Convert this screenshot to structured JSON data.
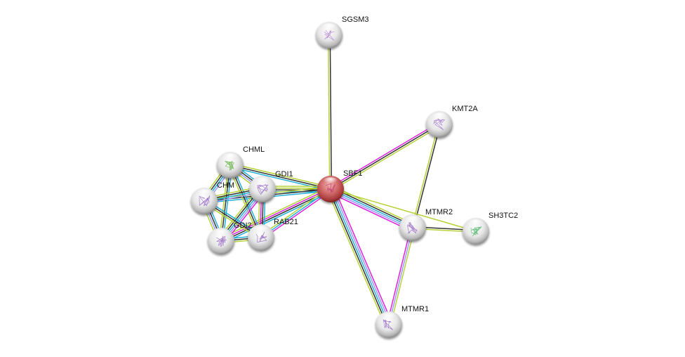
{
  "diagram": {
    "type": "protein-interaction-network",
    "query_node": "SBF1",
    "nodes": [
      {
        "id": "SGSM3",
        "label": "SGSM3",
        "query": false,
        "structure_color": "#b080d0"
      },
      {
        "id": "KMT2A",
        "label": "KMT2A",
        "query": false,
        "structure_color": "#a070c8"
      },
      {
        "id": "CHML",
        "label": "CHML",
        "query": false,
        "structure_color": "#60b040"
      },
      {
        "id": "GDI1",
        "label": "GDI1",
        "query": false,
        "structure_color": "#9060c0"
      },
      {
        "id": "SBF1",
        "label": "SBF1",
        "query": true,
        "structure_color": "#c03070"
      },
      {
        "id": "CHM",
        "label": "CHM",
        "query": false,
        "structure_color": "#9060c0"
      },
      {
        "id": "MTMR2",
        "label": "MTMR2",
        "query": false,
        "structure_color": "#9060c0"
      },
      {
        "id": "SH3TC2",
        "label": "SH3TC2",
        "query": false,
        "structure_color": "#40b060"
      },
      {
        "id": "GDI2",
        "label": "GDI2",
        "query": false,
        "structure_color": "#9060c0"
      },
      {
        "id": "RAB21",
        "label": "RAB21",
        "query": false,
        "structure_color": "#9060c0"
      },
      {
        "id": "MTMR1",
        "label": "MTMR1",
        "query": false,
        "structure_color": "#9060c0"
      }
    ],
    "edge_colors": {
      "textmining": "#b5d336",
      "coexpression": "#333333",
      "homology": "#9999ff",
      "database": "#22b0d8",
      "experiments": "#dd22dd"
    },
    "edges": [
      {
        "a": "SBF1",
        "b": "SGSM3",
        "types": [
          "textmining",
          "coexpression"
        ]
      },
      {
        "a": "SBF1",
        "b": "KMT2A",
        "types": [
          "experiments",
          "coexpression",
          "textmining"
        ]
      },
      {
        "a": "KMT2A",
        "b": "MTMR2",
        "types": [
          "coexpression",
          "textmining"
        ]
      },
      {
        "a": "SBF1",
        "b": "MTMR2",
        "types": [
          "textmining",
          "coexpression",
          "database",
          "homology",
          "experiments"
        ]
      },
      {
        "a": "SBF1",
        "b": "SH3TC2",
        "types": [
          "textmining"
        ]
      },
      {
        "a": "SBF1",
        "b": "MTMR1",
        "types": [
          "experiments",
          "homology",
          "database",
          "coexpression",
          "textmining"
        ]
      },
      {
        "a": "MTMR2",
        "b": "SH3TC2",
        "types": [
          "coexpression",
          "textmining"
        ]
      },
      {
        "a": "MTMR2",
        "b": "MTMR1",
        "types": [
          "textmining",
          "homology",
          "experiments"
        ]
      },
      {
        "a": "SBF1",
        "b": "CHML",
        "types": [
          "database",
          "coexpression",
          "textmining"
        ]
      },
      {
        "a": "SBF1",
        "b": "GDI1",
        "types": [
          "database",
          "coexpression",
          "textmining",
          "textmining"
        ]
      },
      {
        "a": "SBF1",
        "b": "CHM",
        "types": [
          "database",
          "coexpression",
          "textmining"
        ]
      },
      {
        "a": "SBF1",
        "b": "GDI2",
        "types": [
          "database",
          "coexpression",
          "experiments",
          "textmining"
        ]
      },
      {
        "a": "SBF1",
        "b": "RAB21",
        "types": [
          "experiments",
          "database",
          "textmining"
        ]
      },
      {
        "a": "CHML",
        "b": "GDI1",
        "types": [
          "database",
          "coexpression",
          "homology",
          "textmining"
        ]
      },
      {
        "a": "CHML",
        "b": "CHM",
        "types": [
          "homology",
          "database",
          "coexpression",
          "textmining"
        ]
      },
      {
        "a": "CHML",
        "b": "GDI2",
        "types": [
          "database",
          "coexpression",
          "textmining"
        ]
      },
      {
        "a": "CHML",
        "b": "RAB21",
        "types": [
          "database",
          "coexpression",
          "textmining"
        ]
      },
      {
        "a": "GDI1",
        "b": "CHM",
        "types": [
          "homology",
          "database",
          "coexpression",
          "textmining"
        ]
      },
      {
        "a": "GDI1",
        "b": "GDI2",
        "types": [
          "experiments",
          "homology",
          "database",
          "coexpression",
          "textmining"
        ]
      },
      {
        "a": "GDI1",
        "b": "RAB21",
        "types": [
          "database",
          "coexpression",
          "experiments",
          "textmining"
        ]
      },
      {
        "a": "CHM",
        "b": "GDI2",
        "types": [
          "database",
          "coexpression",
          "homology",
          "textmining"
        ]
      },
      {
        "a": "CHM",
        "b": "RAB21",
        "types": [
          "database",
          "coexpression",
          "textmining"
        ]
      },
      {
        "a": "GDI2",
        "b": "RAB21",
        "types": [
          "database",
          "coexpression",
          "textmining"
        ]
      }
    ]
  }
}
